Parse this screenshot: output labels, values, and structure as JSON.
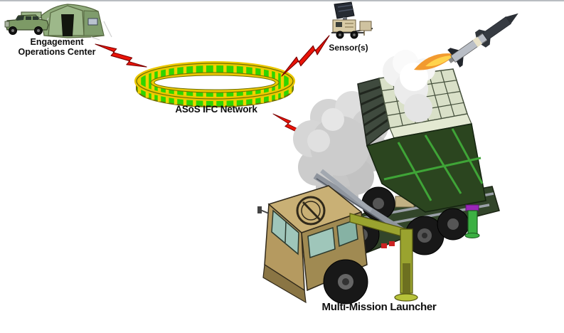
{
  "nodes": {
    "eoc": {
      "label_line1": "Engagement",
      "label_line2": "Operations Center",
      "icon": "tent-and-truck"
    },
    "sensors": {
      "label": "Sensor(s)",
      "icon": "radar-sensor-trailer"
    },
    "network": {
      "label": "ASoS IFC Network",
      "icon": "segmented-green-ring"
    },
    "launcher": {
      "label": "Multi-Mission Launcher",
      "icon": "missile-launcher-truck"
    }
  },
  "links": [
    {
      "from": "eoc",
      "to": "network",
      "symbol": "red-lightning-bolt"
    },
    {
      "from": "network",
      "to": "sensors",
      "symbol": "red-lightning-bolt"
    },
    {
      "from": "network",
      "to": "launcher",
      "symbol": "red-lightning-bolt"
    }
  ],
  "colors": {
    "background": "#ffffff",
    "label_text": "#0f0f0f",
    "bolt_red": "#ea1408",
    "bolt_outline": "#7a0000",
    "ring_green": "#2fd400",
    "ring_yellow": "#ecc800",
    "ring_outline": "#6f6f00",
    "smoke_gray": "#cccccc",
    "flame_orange": "#f29a2f"
  }
}
